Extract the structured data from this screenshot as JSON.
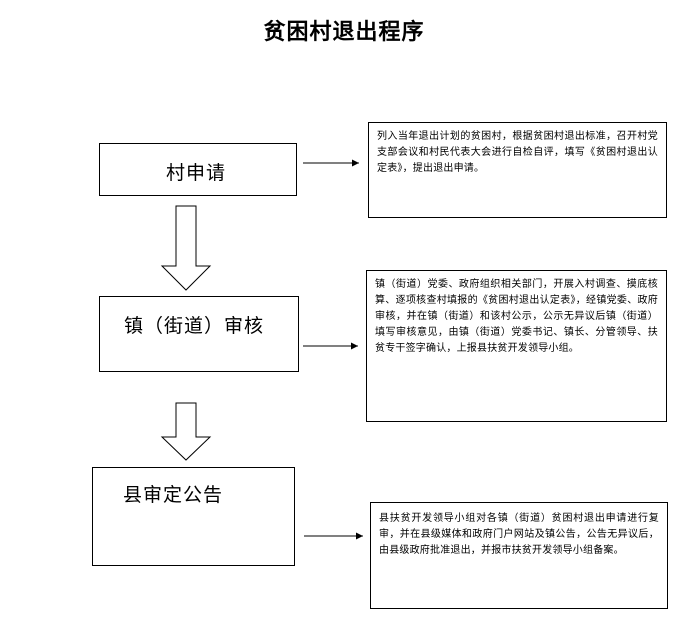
{
  "title": "贫困村退出程序",
  "steps": [
    {
      "label": "村申请",
      "description": "列入当年退出计划的贫困村，根据贫困村退出标准，召开村党支部会议和村民代表大会进行自检自评，填写《贫困村退出认定表》，提出退出申请。"
    },
    {
      "label": "镇（街道）审核",
      "description": "镇（街道）党委、政府组织相关部门，开展入村调查、摸底核算、逐项核查村填报的《贫困村退出认定表》，经镇党委、政府审核，并在镇（街道）和该村公示，公示无异议后镇（街道）填写审核意见，由镇（街道）党委书记、镇长、分管领导、扶贫专干签字确认，上报县扶贫开发领导小组。"
    },
    {
      "label": "县审定公告",
      "description": "县扶贫开发领导小组对各镇（街道）贫困村退出申请进行复审，并在县级媒体和政府门户网站及镇公告，公告无异议后，由县级政府批准退出，并报市扶贫开发领导小组备案。"
    }
  ]
}
